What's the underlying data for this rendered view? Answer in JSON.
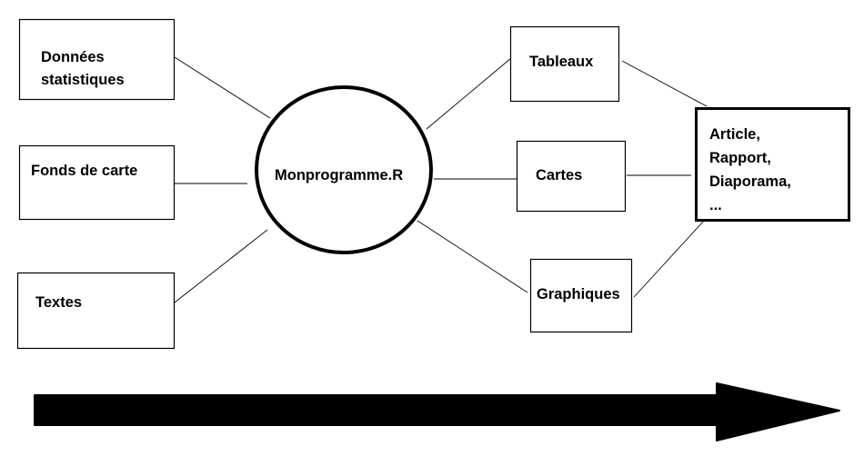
{
  "inputs": [
    {
      "lines": [
        "Données",
        "statistiques"
      ]
    },
    {
      "lines": [
        "Fonds de carte"
      ]
    },
    {
      "lines": [
        "Textes"
      ]
    }
  ],
  "center": {
    "label": "Monprogramme.R"
  },
  "outputs": [
    {
      "label": "Tableaux"
    },
    {
      "label": "Cartes"
    },
    {
      "label": "Graphiques"
    }
  ],
  "final": {
    "lines": [
      "Article,",
      "Rapport,",
      "Diaporama,",
      "..."
    ]
  },
  "colors": {
    "stroke": "#000000",
    "background": "#ffffff"
  }
}
